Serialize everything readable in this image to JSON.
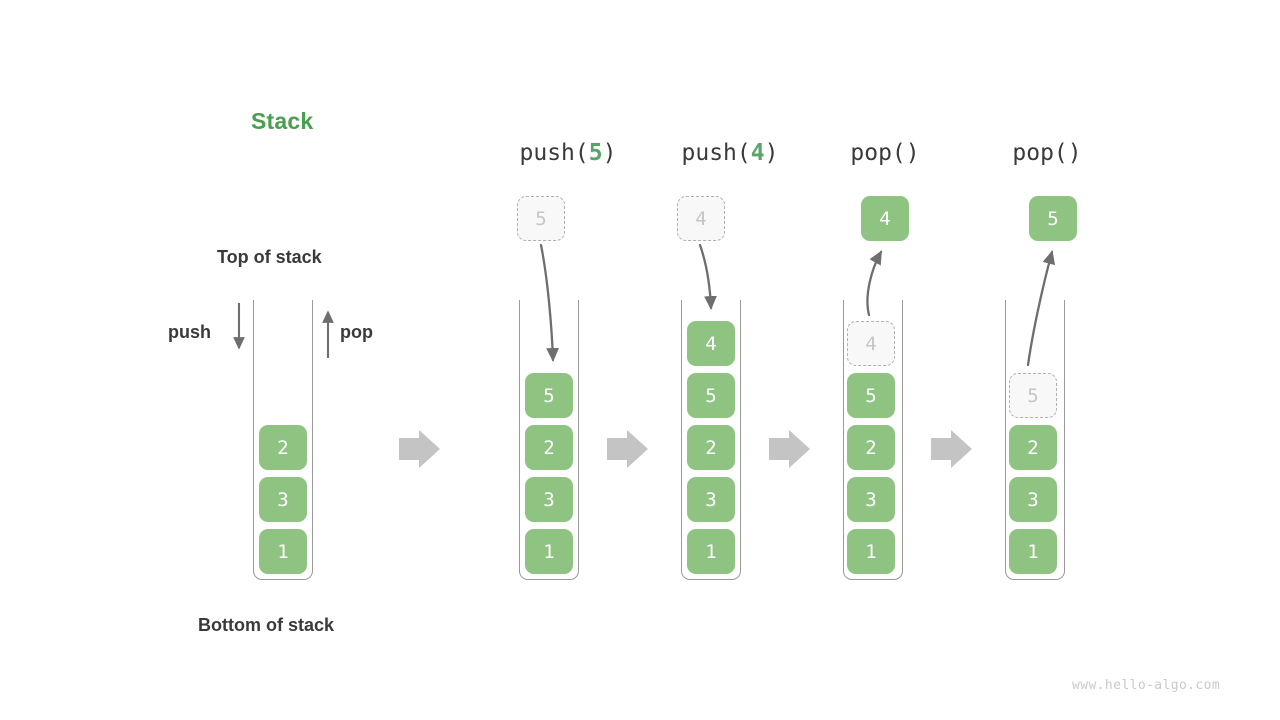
{
  "title": "Stack",
  "labels": {
    "top_of_stack": "Top of stack",
    "bottom_of_stack": "Bottom of stack",
    "push": "push",
    "pop": "pop"
  },
  "watermark": "www.hello-algo.com",
  "colors": {
    "accent_green": "#4a9e4f",
    "cell_green": "#8ec381",
    "ghost_fill": "#f8f8f8",
    "ghost_border": "#b0b0b0",
    "ghost_text": "#c5c5c5",
    "container_border": "#9a9a9a",
    "arrow_gray": "#6e6e6e",
    "step_arrow_gray": "#c4c4c4",
    "label_dark": "#3a3a3a",
    "watermark_gray": "#c9c9c9"
  },
  "diagram": {
    "type": "stack-operations",
    "initial_stack_bottom_to_top": [
      "1",
      "3",
      "2"
    ],
    "columns": [
      {
        "id": "initial",
        "caption": null,
        "caption_parts": null,
        "cells_top_to_bottom": [
          "2",
          "3",
          "1"
        ],
        "ghost_in_stack": null,
        "floating_cell": null,
        "arrow": null
      },
      {
        "id": "push-5",
        "caption": "push(5)",
        "caption_parts": {
          "fn": "push(",
          "arg": "5",
          "close": ")"
        },
        "cells_top_to_bottom": [
          "5",
          "2",
          "3",
          "1"
        ],
        "ghost_in_stack": null,
        "floating_cell": {
          "value": "5",
          "style": "ghost"
        },
        "arrow": {
          "direction": "down",
          "from": "floating-ghost",
          "to": "stack-top"
        }
      },
      {
        "id": "push-4",
        "caption": "push(4)",
        "caption_parts": {
          "fn": "push(",
          "arg": "4",
          "close": ")"
        },
        "cells_top_to_bottom": [
          "4",
          "5",
          "2",
          "3",
          "1"
        ],
        "ghost_in_stack": null,
        "floating_cell": {
          "value": "4",
          "style": "ghost"
        },
        "arrow": {
          "direction": "down",
          "from": "floating-ghost",
          "to": "stack-top"
        }
      },
      {
        "id": "pop-1",
        "caption": "pop()",
        "caption_parts": {
          "fn": "pop(",
          "arg": "",
          "close": ")"
        },
        "cells_top_to_bottom": [
          "5",
          "2",
          "3",
          "1"
        ],
        "ghost_in_stack": {
          "value": "4",
          "position_from_top": 0
        },
        "floating_cell": {
          "value": "4",
          "style": "filled"
        },
        "arrow": {
          "direction": "up",
          "from": "stack-top-ghost",
          "to": "floating-cell"
        }
      },
      {
        "id": "pop-2",
        "caption": "pop()",
        "caption_parts": {
          "fn": "pop(",
          "arg": "",
          "close": ")"
        },
        "cells_top_to_bottom": [
          "2",
          "3",
          "1"
        ],
        "ghost_in_stack": {
          "value": "5",
          "position_from_top": 0
        },
        "floating_cell": {
          "value": "5",
          "style": "filled"
        },
        "arrow": {
          "direction": "up",
          "from": "stack-top-ghost",
          "to": "floating-cell"
        }
      }
    ],
    "step_arrows_count": 4
  }
}
